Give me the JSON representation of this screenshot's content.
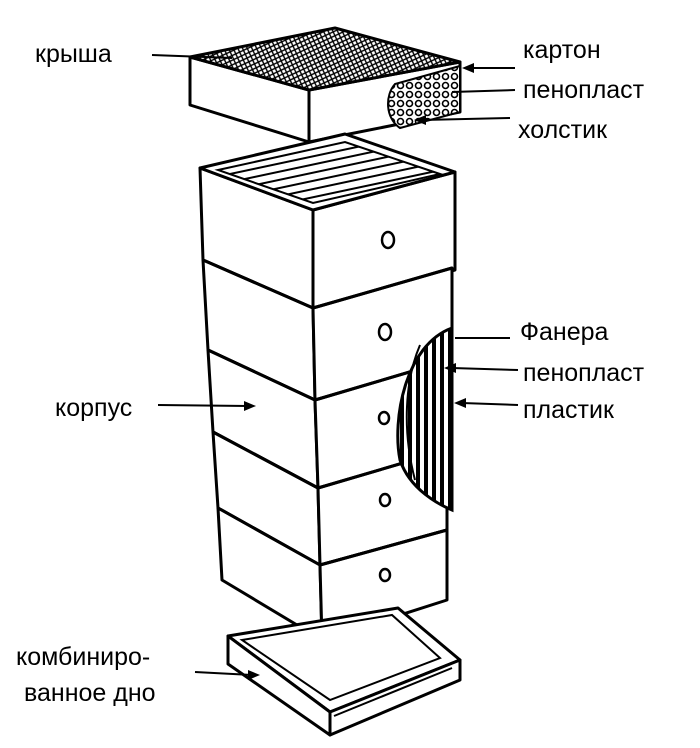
{
  "labels": {
    "roof": "крыша",
    "cardboard": "картон",
    "foam_top": "пенопласт",
    "canvas": "холстик",
    "plywood": "Фанера",
    "foam_side": "пенопласт",
    "plastic": "пластик",
    "body": "корпус",
    "bottom_line1": "комбиниро-",
    "bottom_line2": "ванное дно"
  },
  "colors": {
    "ink": "#000000",
    "paper": "#ffffff"
  }
}
